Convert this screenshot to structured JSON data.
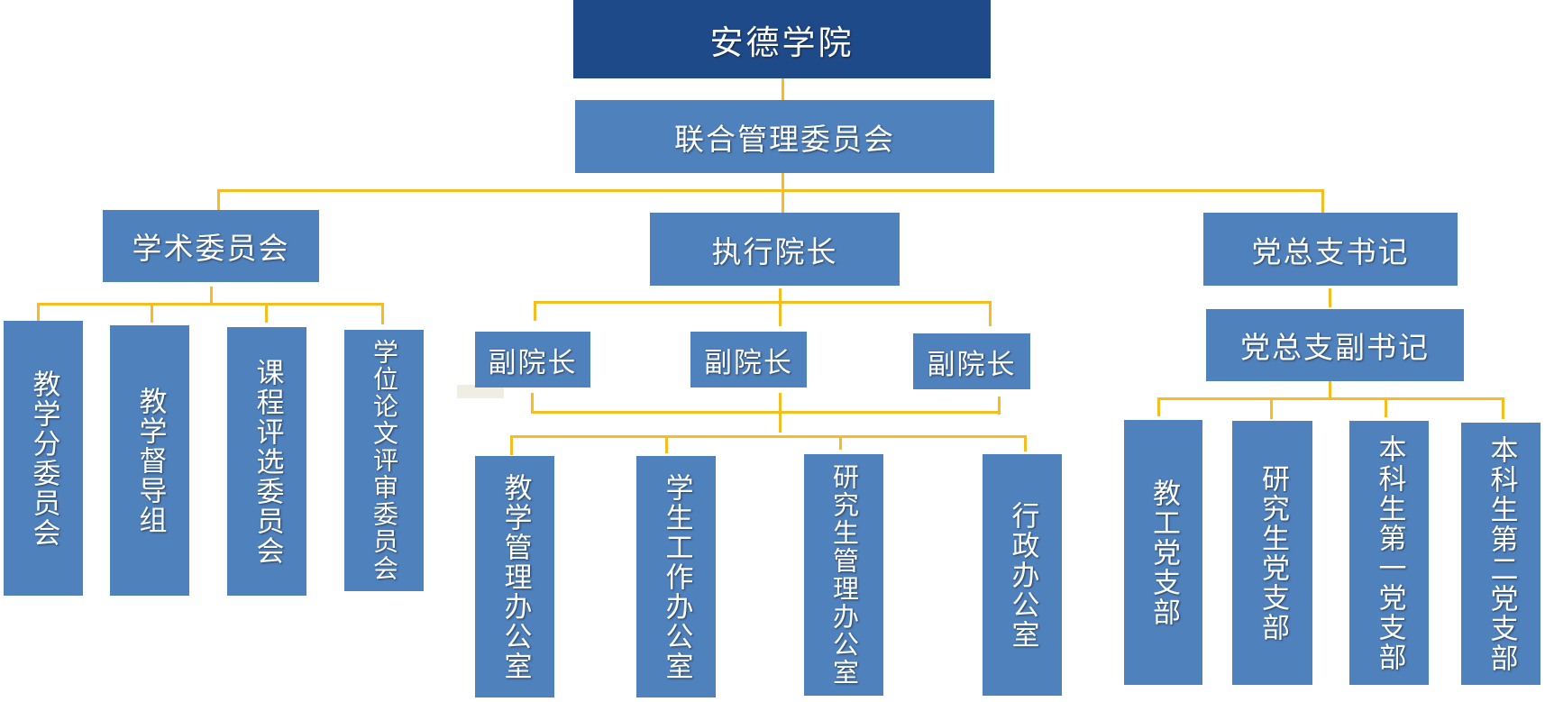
{
  "title": "安德学院组织结构图",
  "colors": {
    "root_box": "#1f4a8a",
    "node_box": "#4f81bd",
    "connector": "#f5bd1f",
    "text": "#ffffff"
  },
  "root": {
    "label": "安德学院"
  },
  "committee": {
    "label": "联合管理委员会"
  },
  "branches": {
    "academic": {
      "label": "学术委员会",
      "children": [
        "教学分委员会",
        "教学督导组",
        "课程评选委员会",
        "学位论文评审委员会"
      ]
    },
    "executive": {
      "label": "执行院长",
      "deputies": [
        "副院长",
        "副院长",
        "副院长"
      ],
      "offices": [
        "教学管理办公室",
        "学生工作办公室",
        "研究生管理办公室",
        "行政办公室"
      ]
    },
    "party": {
      "label": "党总支书记",
      "deputy": "党总支副书记",
      "children": [
        "教工党支部",
        "研究生党支部",
        "本科生第一党支部",
        "本科生第二党支部"
      ]
    }
  }
}
